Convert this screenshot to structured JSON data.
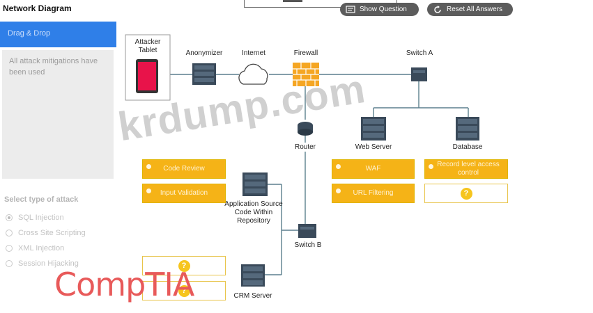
{
  "title": "Network Diagram",
  "toolbar": {
    "show_question": "Show Question",
    "reset_all": "Reset All Answers"
  },
  "left_panel": {
    "tab_label": "Drag & Drop",
    "empty_message": "All attack mitigations have been used",
    "attack_type_title": "Select type of attack",
    "attack_types": [
      {
        "label": "SQL Injection",
        "selected": true
      },
      {
        "label": "Cross Site Scripting",
        "selected": false
      },
      {
        "label": "XML Injection",
        "selected": false
      },
      {
        "label": "Session Hijacking",
        "selected": false
      }
    ]
  },
  "nodes": {
    "attacker": "Attacker Tablet",
    "anonymizer": "Anonymizer",
    "internet": "Internet",
    "firewall": "Firewall",
    "switch_a": "Switch A",
    "router": "Router",
    "web_server": "Web Server",
    "database": "Database",
    "app_repo": "Application Source Code Within Repository",
    "switch_b": "Switch B",
    "crm_server": "CRM Server"
  },
  "mitigations": {
    "code_review": "Code Review",
    "input_validation": "Input Validation",
    "waf": "WAF",
    "url_filtering": "URL Filtering",
    "record_level": "Record level access control",
    "question_mark": "?"
  },
  "watermark": "krdump.com",
  "logo": "CompTIA",
  "colors": {
    "accent_blue": "#2f7fe8",
    "slot_orange": "#f5b317",
    "button_gray": "#5c5c5c",
    "firewall_orange": "#f5a623",
    "tablet_red": "#e8134a"
  }
}
